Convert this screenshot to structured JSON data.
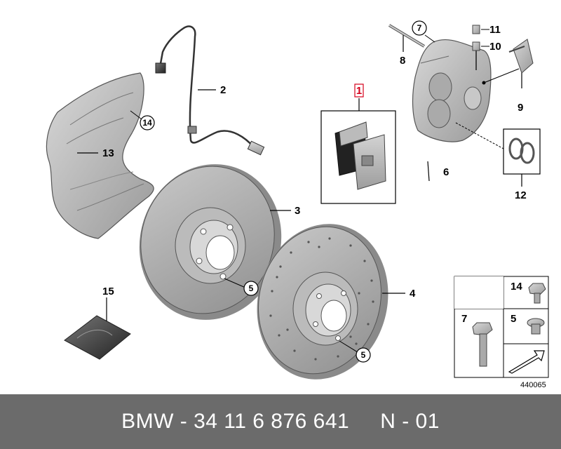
{
  "diagram": {
    "callouts": {
      "c1": "1",
      "c2": "2",
      "c3": "3",
      "c4": "4",
      "c5a": "5",
      "c5b": "5",
      "c6": "6",
      "c7": "7",
      "c8": "8",
      "c9": "9",
      "c10": "10",
      "c11": "11",
      "c12": "12",
      "c13": "13",
      "c14": "14",
      "c15": "15"
    },
    "legend": {
      "c14": "14",
      "c7": "7",
      "c5": "5"
    },
    "drawing_number": "440065",
    "highlight_color": "#d4001a"
  },
  "footer": {
    "brand": "BMW",
    "dash1": "-",
    "part_number": "34 11 6 876 641",
    "variant": "N - 01"
  }
}
